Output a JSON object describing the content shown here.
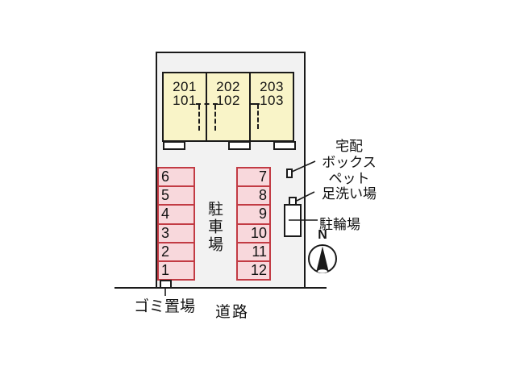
{
  "plan": {
    "building": {
      "units": [
        {
          "upper": "201",
          "lower": "101"
        },
        {
          "upper": "202",
          "lower": "102"
        },
        {
          "upper": "203",
          "lower": "103"
        }
      ]
    },
    "parking": {
      "label": "駐車場",
      "left_spaces": [
        "6",
        "5",
        "4",
        "3",
        "2",
        "1"
      ],
      "right_spaces": [
        "7",
        "8",
        "9",
        "10",
        "11",
        "12"
      ]
    },
    "annotations": {
      "delivery_box": [
        "宅配",
        "ボックス"
      ],
      "pet_wash": [
        "ペット",
        "足洗い場"
      ],
      "bicycle_parking": "駐輪場",
      "garbage_area": "ゴミ置場",
      "road": "道路",
      "compass_north": "N"
    },
    "colors": {
      "building_fill": "#f9f4c8",
      "parking_fill": "#f8d8dc",
      "parking_border": "#c23b44",
      "plot_background": "#f2f2f2",
      "line": "#1a1a1a"
    }
  }
}
